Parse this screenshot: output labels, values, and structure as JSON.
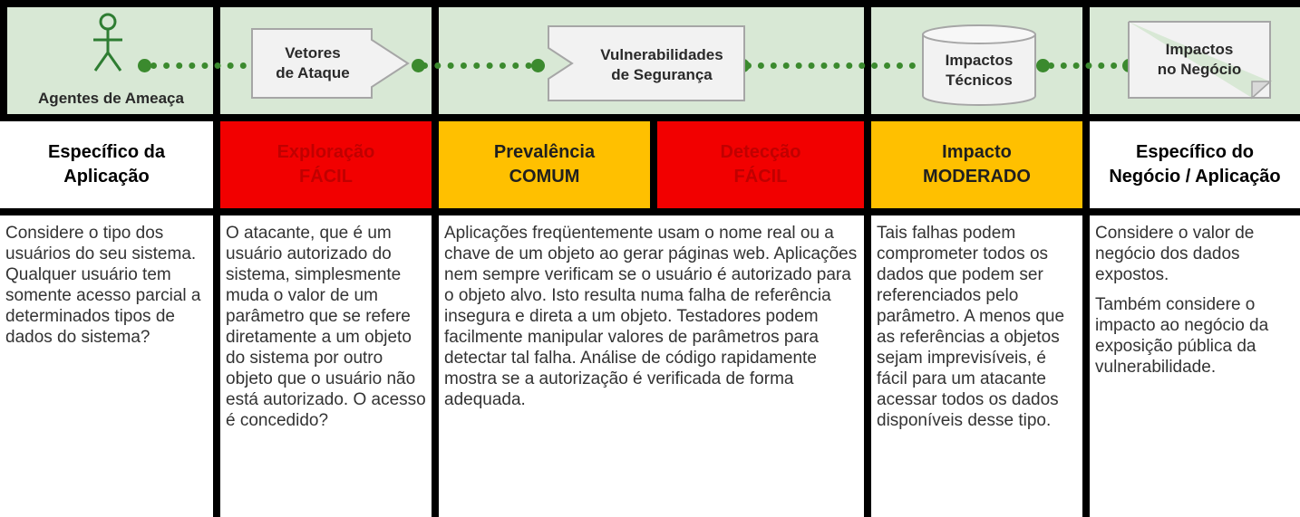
{
  "flow": {
    "agents": "Agentes de Ameaça",
    "vectors": [
      "Vetores",
      "de Ataque"
    ],
    "vulnerabilities": [
      "Vulnerabilidades",
      "de Segurança"
    ],
    "technical": [
      "Impactos",
      "Técnicos"
    ],
    "business": [
      "Impactos",
      "no Negócio"
    ]
  },
  "headers": {
    "app_specific": [
      "Específico da",
      "Aplicação"
    ],
    "exploitability": [
      "Exploração",
      "FÁCIL"
    ],
    "prevalence": [
      "Prevalência",
      "COMUM"
    ],
    "detectability": [
      "Detecção",
      "FÁCIL"
    ],
    "impact": [
      "Impacto",
      "MODERADO"
    ],
    "business_specific": [
      "Específico do",
      "Negócio / Aplicação"
    ]
  },
  "colors": {
    "red": "#f20000",
    "orange": "#ffc000",
    "green_band": "#d8e8d5",
    "dot_green": "#3b8a2e"
  },
  "descriptions": {
    "agents": "Considere o tipo dos usuários do seu sistema. Qualquer usuário tem somente acesso parcial a determinados tipos de dados do sistema?",
    "vectors": "O atacante, que é um usuário autorizado do sistema, simplesmente muda o valor de um parâmetro que se refere diretamente a um objeto do sistema por outro objeto que o usuário não está autorizado. O acesso é concedido?",
    "weakness": "Aplicações freqüentemente usam o nome real ou a chave de um objeto ao gerar páginas web. Aplicações nem sempre verificam se o usuário é autorizado para o objeto alvo. Isto resulta numa falha de referência insegura e direta a um objeto. Testadores podem facilmente manipular valores de parâmetros para detectar tal falha. Análise de código rapidamente mostra se a autorização é verificada de forma adequada.",
    "technical": "Tais falhas podem comprometer todos os dados que podem ser referenciados pelo parâmetro. A menos que as referências a objetos sejam imprevisíveis, é fácil para um atacante acessar todos os dados disponíveis desse tipo.",
    "business_1": "Considere o valor de negócio dos dados expostos.",
    "business_2": "Também considere o impacto ao negócio da exposição pública da vulnerabilidade."
  }
}
